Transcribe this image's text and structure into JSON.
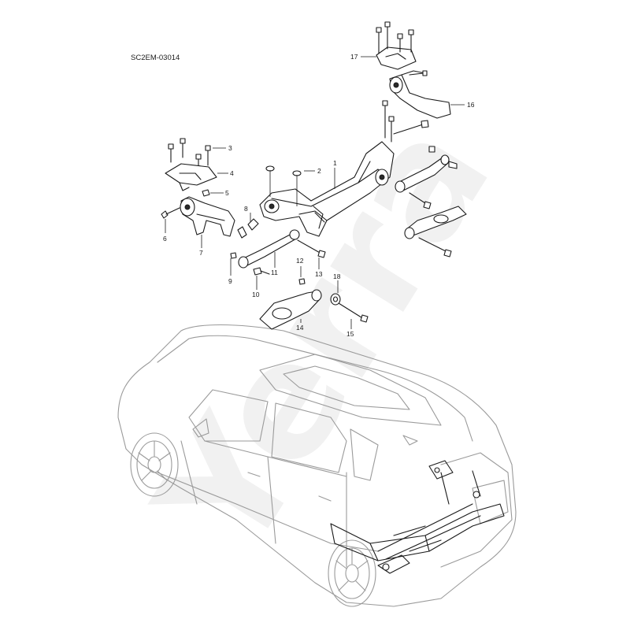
{
  "diagram_code": "SC2EM-03014",
  "watermark": "Yerra",
  "callouts": [
    "1",
    "2",
    "3",
    "4",
    "5",
    "6",
    "7",
    "8",
    "9",
    "10",
    "11",
    "12",
    "13",
    "14",
    "15",
    "16",
    "17",
    "18"
  ],
  "colors": {
    "line": "#1a1a1a",
    "vehicle": "#9a9a9a",
    "watermark": "#f1f1f1"
  }
}
